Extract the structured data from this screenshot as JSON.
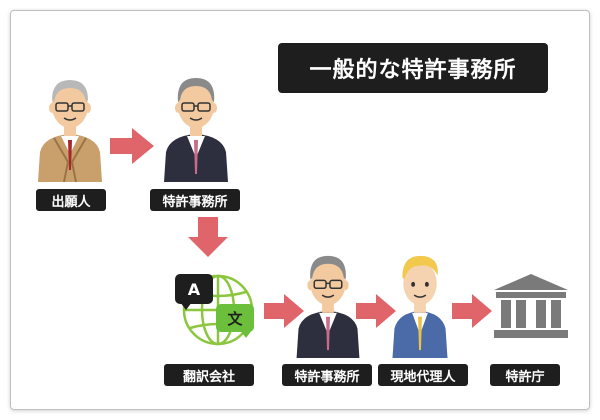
{
  "title": "一般的な特許事務所",
  "nodes": {
    "applicant": "出願人",
    "patent_office_1": "特許事務所",
    "translation_company": "翻訳会社",
    "patent_office_2": "特許事務所",
    "local_agent": "現地代理人",
    "patent_agency": "特許庁"
  },
  "bubbles": {
    "left": "A",
    "right": "文"
  },
  "colors": {
    "arrow": "#e0656a",
    "label_bg": "#1e1e1e",
    "globe": "#8cc63e"
  }
}
